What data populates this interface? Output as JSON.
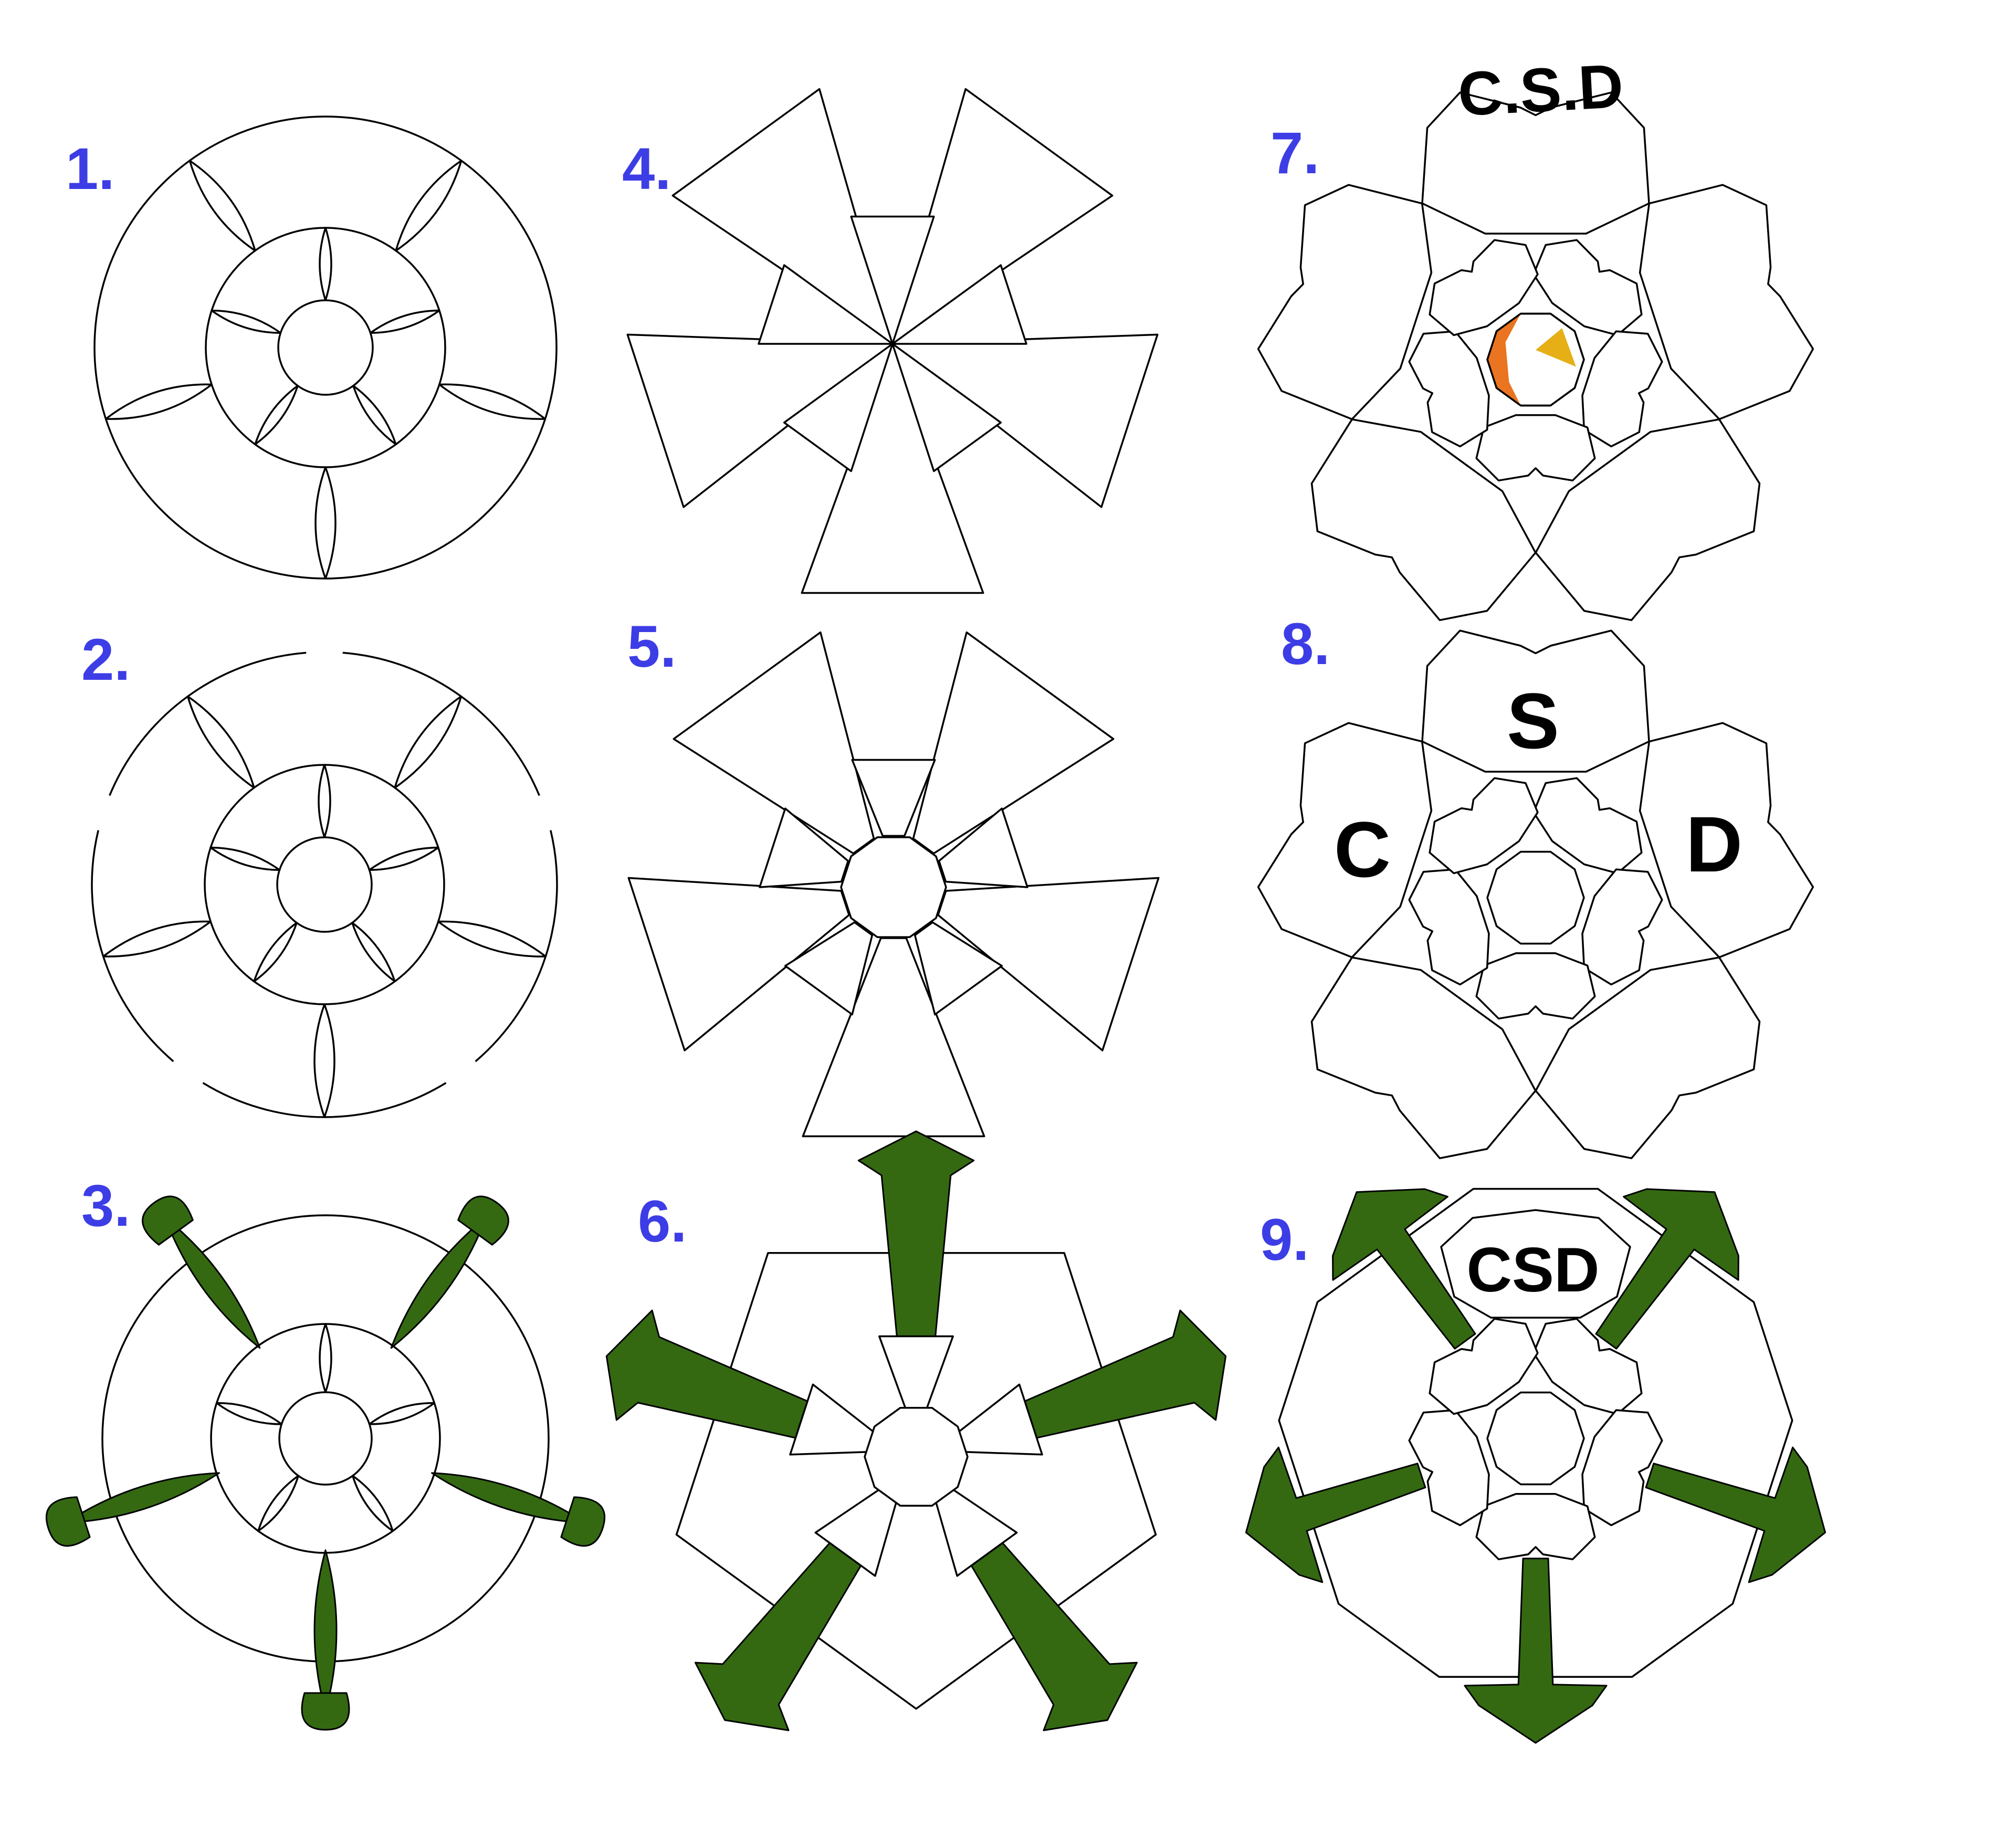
{
  "panels": [
    {
      "label": "1."
    },
    {
      "label": "2."
    },
    {
      "label": "3."
    },
    {
      "label": "4."
    },
    {
      "label": "5."
    },
    {
      "label": "6."
    },
    {
      "label": "7.",
      "caption": "C.S.D"
    },
    {
      "label": "8.",
      "letters": [
        "C",
        "S",
        "D"
      ]
    },
    {
      "label": "9.",
      "caption": "CSD"
    }
  ],
  "colors": {
    "label": "#3d3de6",
    "leaf": "#346912",
    "seed": "#f7a12a",
    "seed_dark": "#ea7420",
    "seed_light": "#e6af16",
    "outline": "#000000",
    "petal": "#ffffff"
  }
}
